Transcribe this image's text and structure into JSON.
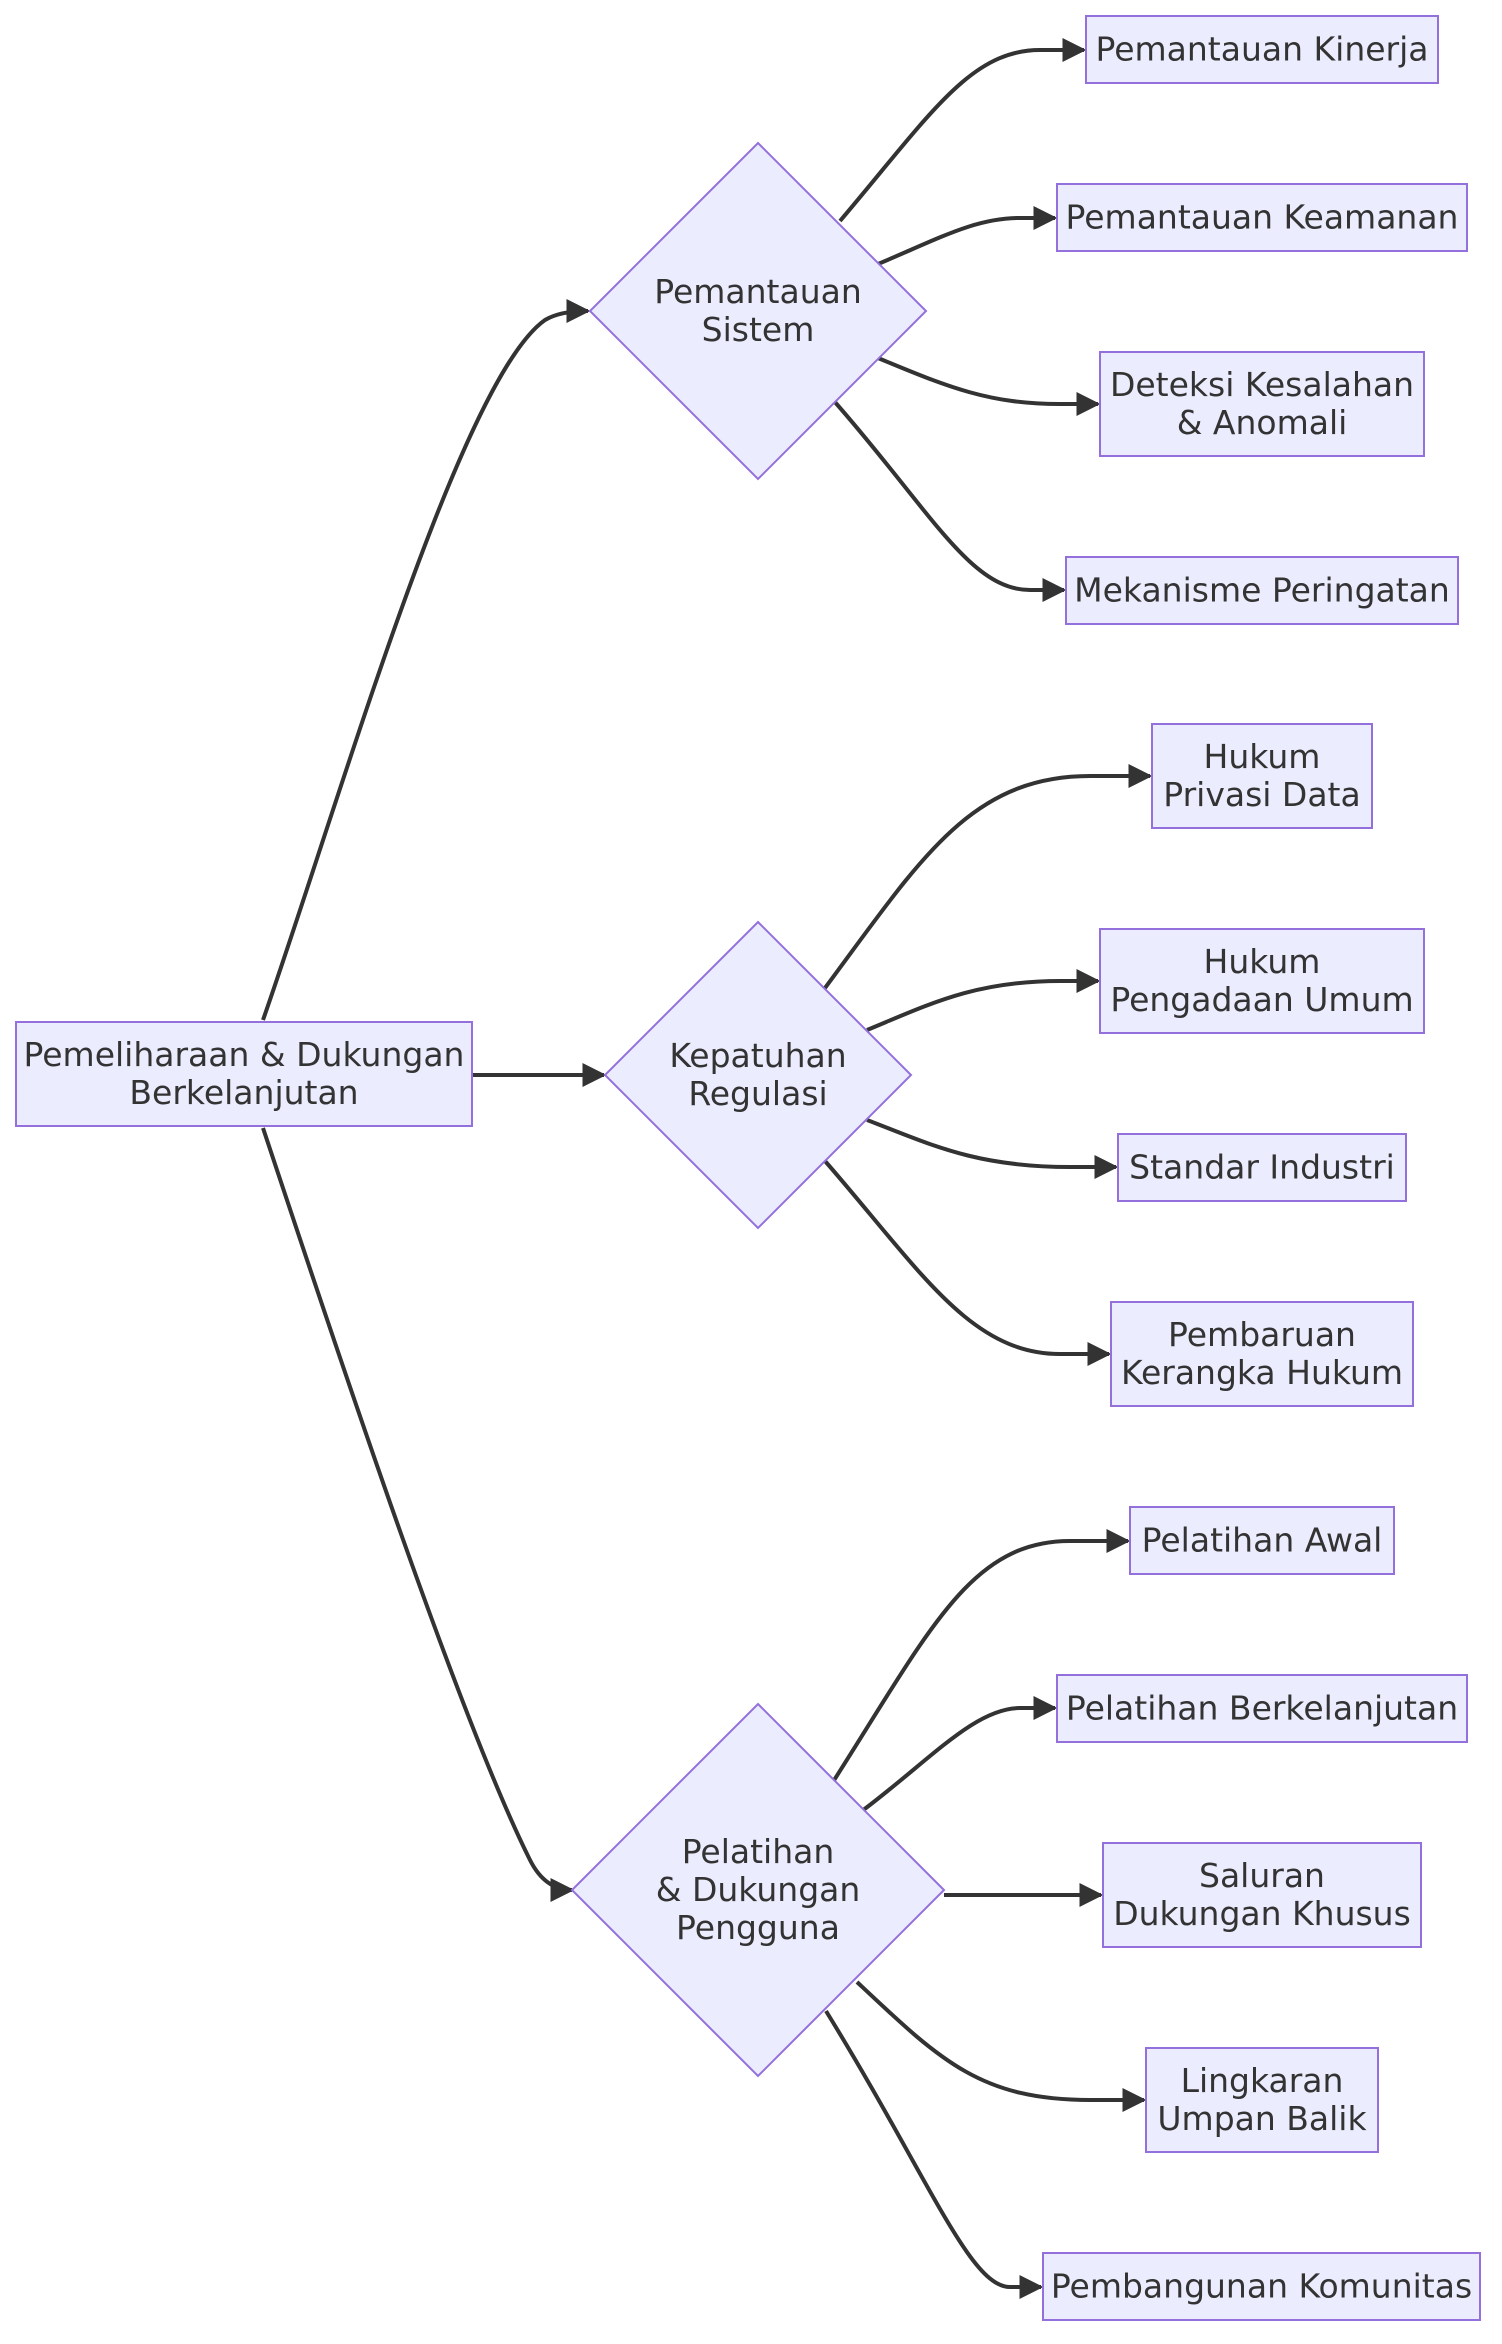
{
  "diagram": {
    "root": {
      "id": "root",
      "lines": [
        "Pemeliharaan & Dukungan",
        "Berkelanjutan"
      ]
    },
    "branches": [
      {
        "id": "monitoring",
        "lines": [
          "Pemantauan",
          "Sistem"
        ],
        "children": [
          {
            "id": "m1",
            "lines": [
              "Pemantauan Kinerja"
            ]
          },
          {
            "id": "m2",
            "lines": [
              "Pemantauan Keamanan"
            ]
          },
          {
            "id": "m3",
            "lines": [
              "Deteksi Kesalahan",
              "& Anomali"
            ]
          },
          {
            "id": "m4",
            "lines": [
              "Mekanisme Peringatan"
            ]
          }
        ]
      },
      {
        "id": "compliance",
        "lines": [
          "Kepatuhan",
          "Regulasi"
        ],
        "children": [
          {
            "id": "c1",
            "lines": [
              "Hukum",
              "Privasi Data"
            ]
          },
          {
            "id": "c2",
            "lines": [
              "Hukum",
              "Pengadaan Umum"
            ]
          },
          {
            "id": "c3",
            "lines": [
              "Standar Industri"
            ]
          },
          {
            "id": "c4",
            "lines": [
              "Pembaruan",
              "Kerangka Hukum"
            ]
          }
        ]
      },
      {
        "id": "training",
        "lines": [
          "Pelatihan",
          "& Dukungan",
          "Pengguna"
        ],
        "children": [
          {
            "id": "t1",
            "lines": [
              "Pelatihan Awal"
            ]
          },
          {
            "id": "t2",
            "lines": [
              "Pelatihan Berkelanjutan"
            ]
          },
          {
            "id": "t3",
            "lines": [
              "Saluran",
              "Dukungan Khusus"
            ]
          },
          {
            "id": "t4",
            "lines": [
              "Lingkaran",
              "Umpan Balik"
            ]
          },
          {
            "id": "t5",
            "lines": [
              "Pembangunan Komunitas"
            ]
          }
        ]
      }
    ]
  }
}
